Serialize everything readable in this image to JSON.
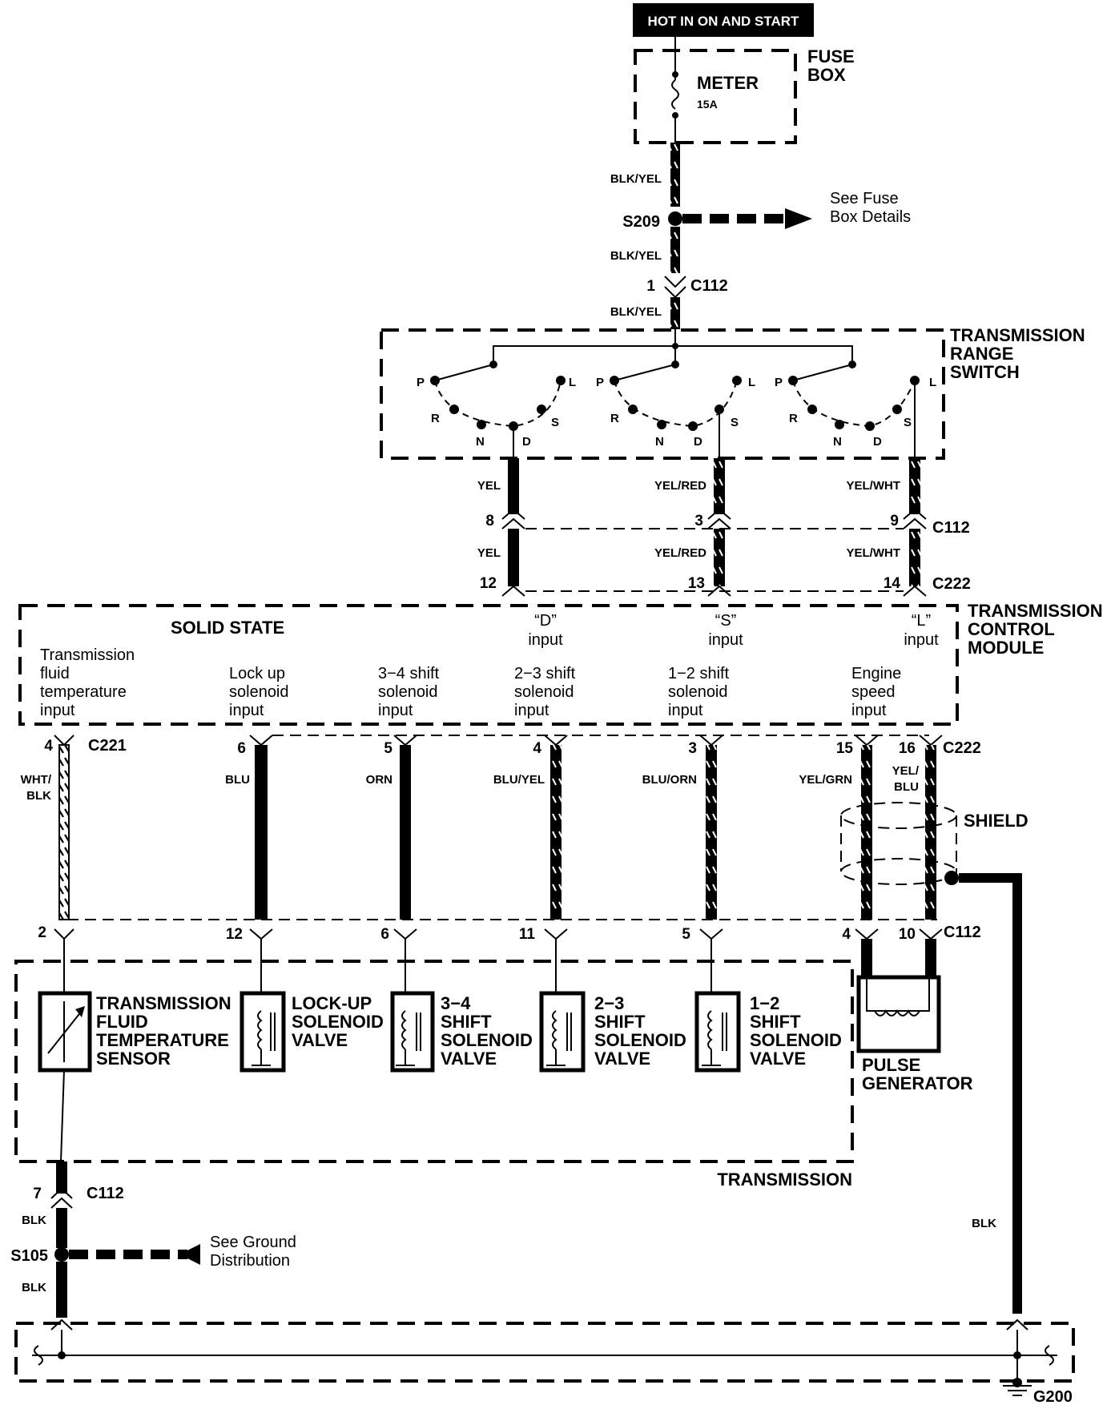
{
  "header": {
    "power_label": "HOT IN ON AND START"
  },
  "fuse_box": {
    "title_line1": "FUSE",
    "title_line2": "BOX",
    "fuse_name": "METER",
    "fuse_rating": "15A"
  },
  "splice_s209": {
    "name": "S209",
    "note_line1": "See Fuse",
    "note_line2": "Box Details",
    "wire_above": "BLK/YEL",
    "wire_below": "BLK/YEL",
    "connector": "C112",
    "pin": "1",
    "wire_after": "BLK/YEL"
  },
  "range_switch": {
    "title_line1": "TRANSMISSION",
    "title_line2": "RANGE",
    "title_line3": "SWITCH",
    "positions": [
      "P",
      "R",
      "N",
      "D",
      "S",
      "L"
    ]
  },
  "range_outputs": [
    {
      "wire": "YEL",
      "pin_top": "8",
      "pin_bottom": "12"
    },
    {
      "wire": "YEL/RED",
      "pin_top": "3",
      "pin_bottom": "13"
    },
    {
      "wire": "YEL/WHT",
      "pin_top": "9",
      "pin_bottom": "14"
    }
  ],
  "connectors": {
    "c112": "C112",
    "c222": "C222",
    "c221": "C221"
  },
  "tcm": {
    "title_line1": "TRANSMISSION",
    "title_line2": "CONTROL",
    "title_line3": "MODULE",
    "solid_state": "SOLID STATE",
    "d_input_1": "“D”",
    "d_input_2": "input",
    "s_input_1": "“S”",
    "s_input_2": "input",
    "l_input_1": "“L”",
    "l_input_2": "input",
    "tft": [
      "Transmission",
      "fluid",
      "temperature",
      "input"
    ],
    "lockup": [
      "Lock up",
      "solenoid",
      "input"
    ],
    "shift34": [
      "3−4 shift",
      "solenoid",
      "input"
    ],
    "shift23": [
      "2−3 shift",
      "solenoid",
      "input"
    ],
    "shift12": [
      "1−2 shift",
      "solenoid",
      "input"
    ],
    "engine": [
      "Engine",
      "speed",
      "input"
    ]
  },
  "lower_wires": [
    {
      "pin_top": "4",
      "wire": "WHT/",
      "wire2": "BLK",
      "pin_bottom": "2"
    },
    {
      "pin_top": "6",
      "wire": "BLU",
      "pin_bottom": "12"
    },
    {
      "pin_top": "5",
      "wire": "ORN",
      "pin_bottom": "6"
    },
    {
      "pin_top": "4",
      "wire": "BLU/YEL",
      "pin_bottom": "11"
    },
    {
      "pin_top": "3",
      "wire": "BLU/ORN",
      "pin_bottom": "5"
    },
    {
      "pin_top": "15",
      "wire": "YEL/GRN",
      "pin_bottom": "4"
    },
    {
      "pin_top": "16",
      "wire": "YEL/",
      "wire2": "BLU",
      "pin_bottom": "10"
    }
  ],
  "shield_label": "SHIELD",
  "components": {
    "tft_sensor": [
      "TRANSMISSION",
      "FLUID",
      "TEMPERATURE",
      "SENSOR"
    ],
    "lockup_valve": [
      "LOCK-UP",
      "SOLENOID",
      "VALVE"
    ],
    "valve34": [
      "3−4",
      "SHIFT",
      "SOLENOID",
      "VALVE"
    ],
    "valve23": [
      "2−3",
      "SHIFT",
      "SOLENOID",
      "VALVE"
    ],
    "valve12": [
      "1−2",
      "SHIFT",
      "SOLENOID",
      "VALVE"
    ],
    "pulse_gen": [
      "PULSE",
      "GENERATOR"
    ],
    "transmission": "TRANSMISSION"
  },
  "ground": {
    "pin": "7",
    "connector": "C112",
    "wire1": "BLK",
    "splice": "S105",
    "note_line1": "See Ground",
    "note_line2": "Distribution",
    "wire2": "BLK",
    "shield_wire": "BLK",
    "ground_name": "G200"
  }
}
